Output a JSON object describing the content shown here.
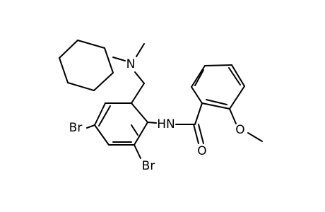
{
  "molecule": {
    "atoms": {
      "n_amine": "N",
      "nh_amide": "HN",
      "o_carbonyl": "O",
      "o_methoxy": "O",
      "br_left": "Br",
      "br_bottom": "Br"
    },
    "colors": {
      "bond": "#000000",
      "label": "#000000",
      "background": "#ffffff"
    }
  }
}
